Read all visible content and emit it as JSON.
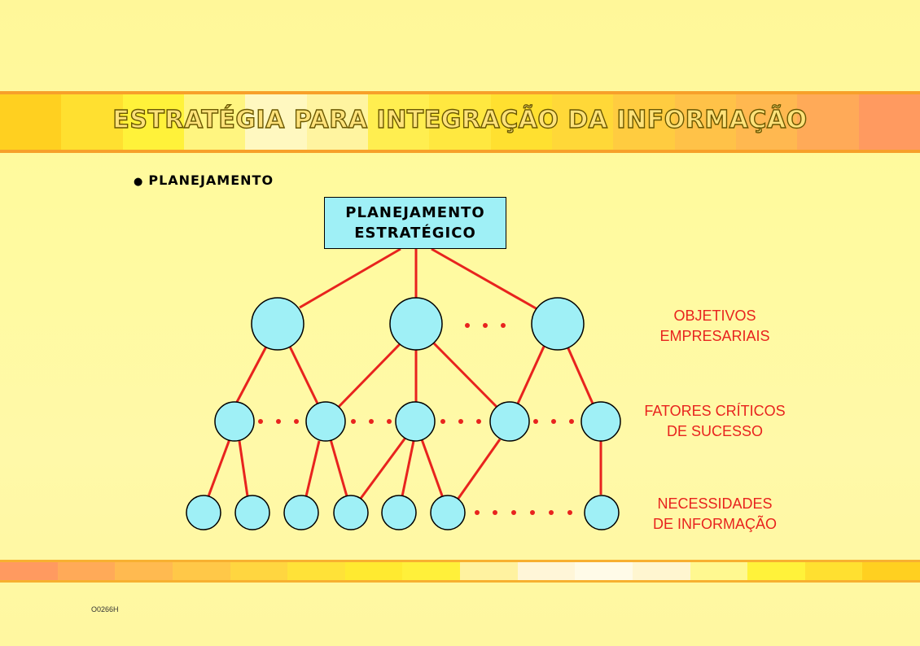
{
  "title": "ESTRATÉGIA PARA INTEGRAÇÃO DA INFORMAÇÃO",
  "bullet": "PLANEJAMENTO",
  "root": {
    "line1": "PLANEJAMENTO",
    "line2": "ESTRATÉGICO"
  },
  "levels": {
    "objetivos": {
      "line1": "OBJETIVOS",
      "line2": "EMPRESARIAIS"
    },
    "fatores": {
      "line1": "FATORES CRÍTICOS",
      "line2": "DE SUCESSO"
    },
    "necessidades": {
      "line1": "NECESSIDADES",
      "line2": "DE INFORMAÇÃO"
    }
  },
  "footer_code": "O0266H",
  "colors": {
    "node_fill": "#9ff0f6",
    "edge": "#e8231e",
    "label": "#e8231e"
  }
}
